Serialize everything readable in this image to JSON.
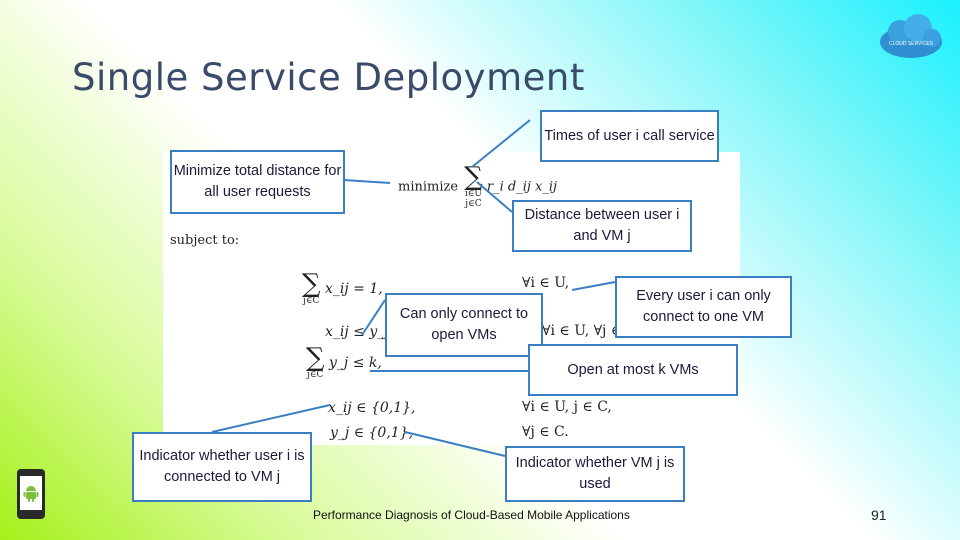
{
  "slide": {
    "title": "Single Service Deployment",
    "footer": "Performance Diagnosis of Cloud-Based Mobile Applications",
    "page_number": "91",
    "logo_text": "CLOUD SERVICES",
    "logo_icon": "cloud-icon",
    "phone_icon": "android-phone-icon"
  },
  "formula": {
    "minimize": "minimize",
    "subject_to": "subject to:",
    "objective": "r_i d_ij x_ij",
    "c1": "x_ij = 1,",
    "c1_cond": "∀i ∈ U,",
    "c2": "x_ij ≤ y_j,",
    "c2_cond": "∀i ∈ U, ∀j ∈ C,",
    "c3": "y_j ≤ k,",
    "c4": "x_ij ∈ {0,1},",
    "c4_cond": "∀i ∈ U, j ∈ C,",
    "c5": "y_j ∈ {0,1},",
    "c5_cond": "∀j ∈ C."
  },
  "callouts": {
    "minimize_total": "Minimize total distance for all user requests",
    "times_of_user": "Times of user i call service",
    "distance_between": "Distance between user i and VM j",
    "every_user": "Every user i can only connect to one VM",
    "can_only_connect": "Can only connect to open VMs",
    "open_at_most": "Open at most k VMs",
    "indicator_user": "Indicator whether user i is connected to VM j",
    "indicator_vm": "Indicator whether VM j is used"
  }
}
